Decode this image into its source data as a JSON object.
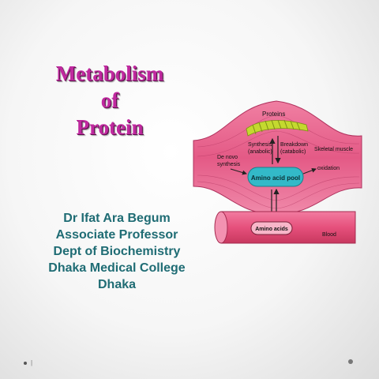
{
  "title": {
    "line1": "Metabolism",
    "line2": "of",
    "line3": "Protein"
  },
  "author": {
    "name": "Dr Ifat Ara Begum",
    "position": "Associate Professor",
    "department": "Dept of Biochemistry",
    "college": "Dhaka Medical College",
    "city": "Dhaka"
  },
  "diagram": {
    "proteins": "Proteins",
    "synthesis_1": "Synthesis",
    "synthesis_2": "(anabolic)",
    "breakdown_1": "Breakdown",
    "breakdown_2": "(catabolic)",
    "skeletal_muscle": "Skeletal muscle",
    "de_novo_1": "De novo",
    "de_novo_2": "synthesis",
    "oxidation": "oxidation",
    "amino_acid_pool": "Amino acid pool",
    "amino_acids": "Amino acids",
    "blood": "Blood"
  },
  "colors": {
    "title": "#c0299f",
    "author": "#1f6c74",
    "muscle": "#e45a86",
    "pool": "#33b9c8",
    "protein_strand": "#c4d92f",
    "blood": "#e6507c"
  },
  "footer": {
    "page": "|"
  }
}
